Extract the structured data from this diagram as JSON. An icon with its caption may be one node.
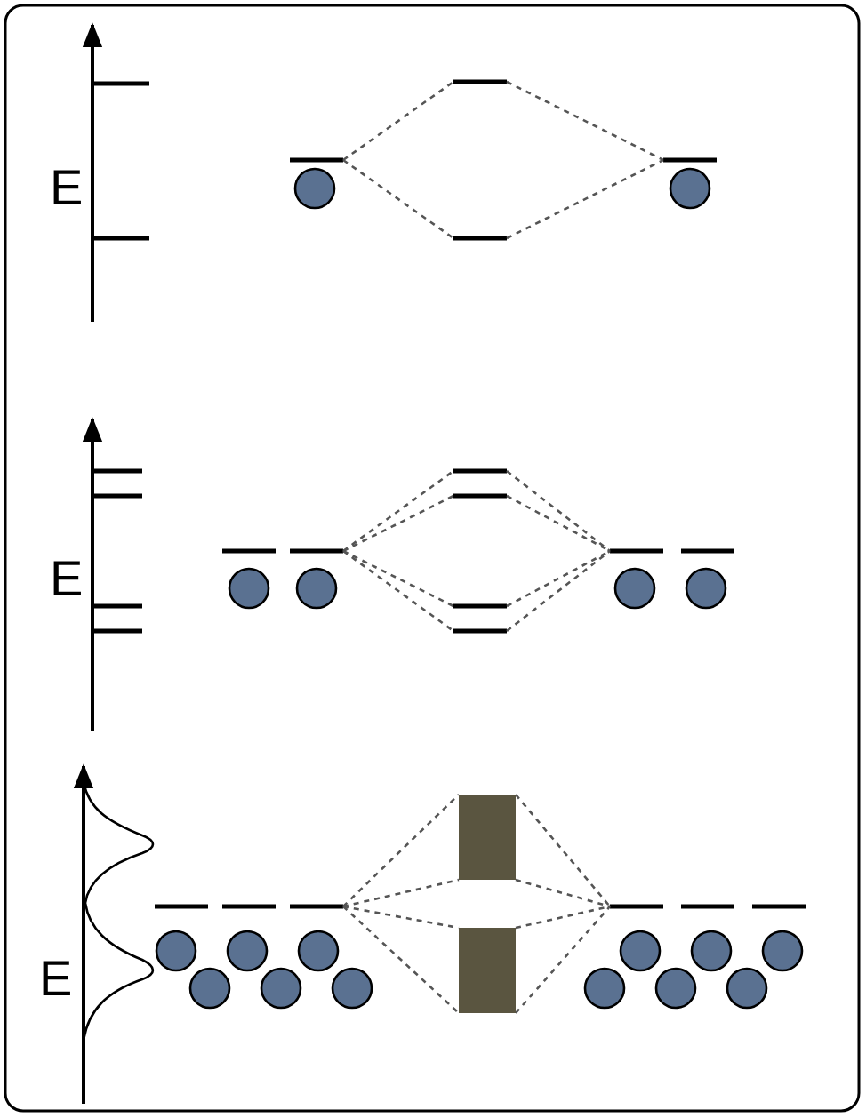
{
  "diagram": {
    "labels": [
      "E",
      "E",
      "E"
    ]
  }
}
